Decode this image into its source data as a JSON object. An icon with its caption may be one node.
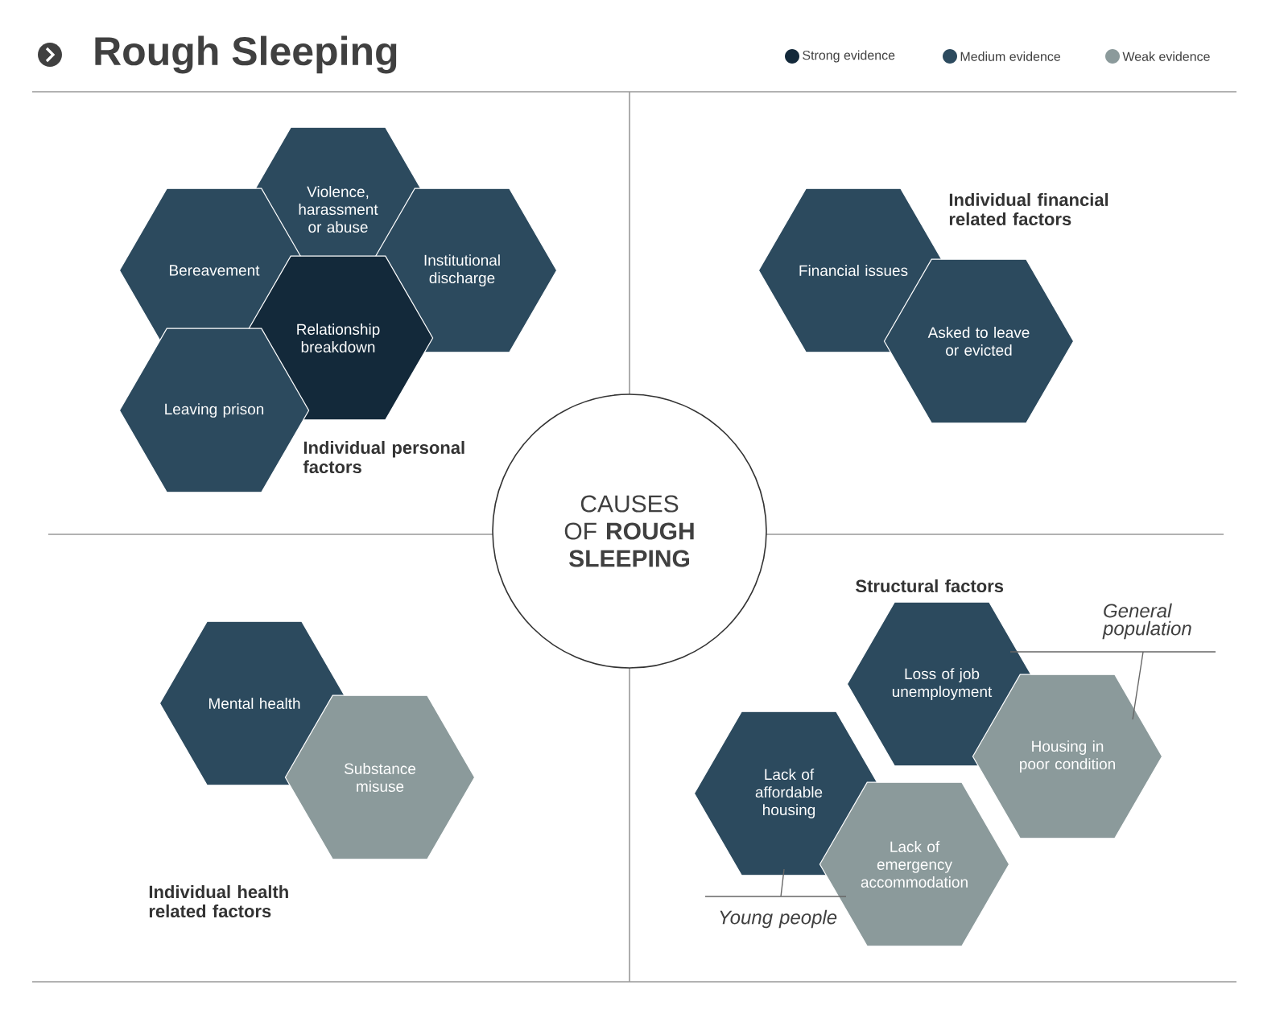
{
  "diagram": {
    "title": "Rough Sleeping",
    "nodes": [
      {
        "text": [
          "CAUSES OF **ROUGH SLEEPING**"
        ]
      },
      {
        "text": [
          "Violence, harassment or abuse"
        ]
      },
      {
        "text": [
          "Bereavement"
        ]
      },
      {
        "text": [
          "Institutional discharge"
        ]
      },
      {
        "text": [
          "Relationship breakdown"
        ]
      },
      {
        "text": [
          "Leaving prison"
        ]
      },
      {
        "text": [
          "Financial issues"
        ]
      },
      {
        "text": [
          "Asked to leave or evicted"
        ]
      },
      {
        "text": [
          "Mental health"
        ]
      },
      {
        "text": [
          "Substance misuse"
        ]
      },
      {
        "text": [
          "Loss of job unemployment"
        ]
      },
      {
        "text": [
          "Housing in poor condition"
        ]
      },
      {
        "text": [
          "Lack of affordable housing"
        ]
      },
      {
        "text": [
          "Lack of emergency accommodation"
        ]
      },
      {
        "text": [
          "General population"
        ]
      },
      {
        "text": [
          "Young people"
        ]
      }
    ],
    "edges": [
      {
        "from": 14,
        "to": 10,
        "arrow": "none"
      },
      {
        "from": 14,
        "to": 11,
        "arrow": "none"
      },
      {
        "from": 15,
        "to": 12,
        "arrow": "none"
      },
      {
        "from": 15,
        "to": 13,
        "arrow": "none"
      }
    ],
    "labels": [
      "Individual financial related factors",
      "Individual personal factors",
      "Structural factors",
      "Individual health related factors"
    ],
    "legend": [
      {
        "text": "Strong evidence",
        "color": "#13293a"
      },
      {
        "text": "Medium evidence",
        "color": "#2c4a5e"
      },
      {
        "text": "Weak evidence",
        "color": "#8b9a9b"
      }
    ]
  }
}
